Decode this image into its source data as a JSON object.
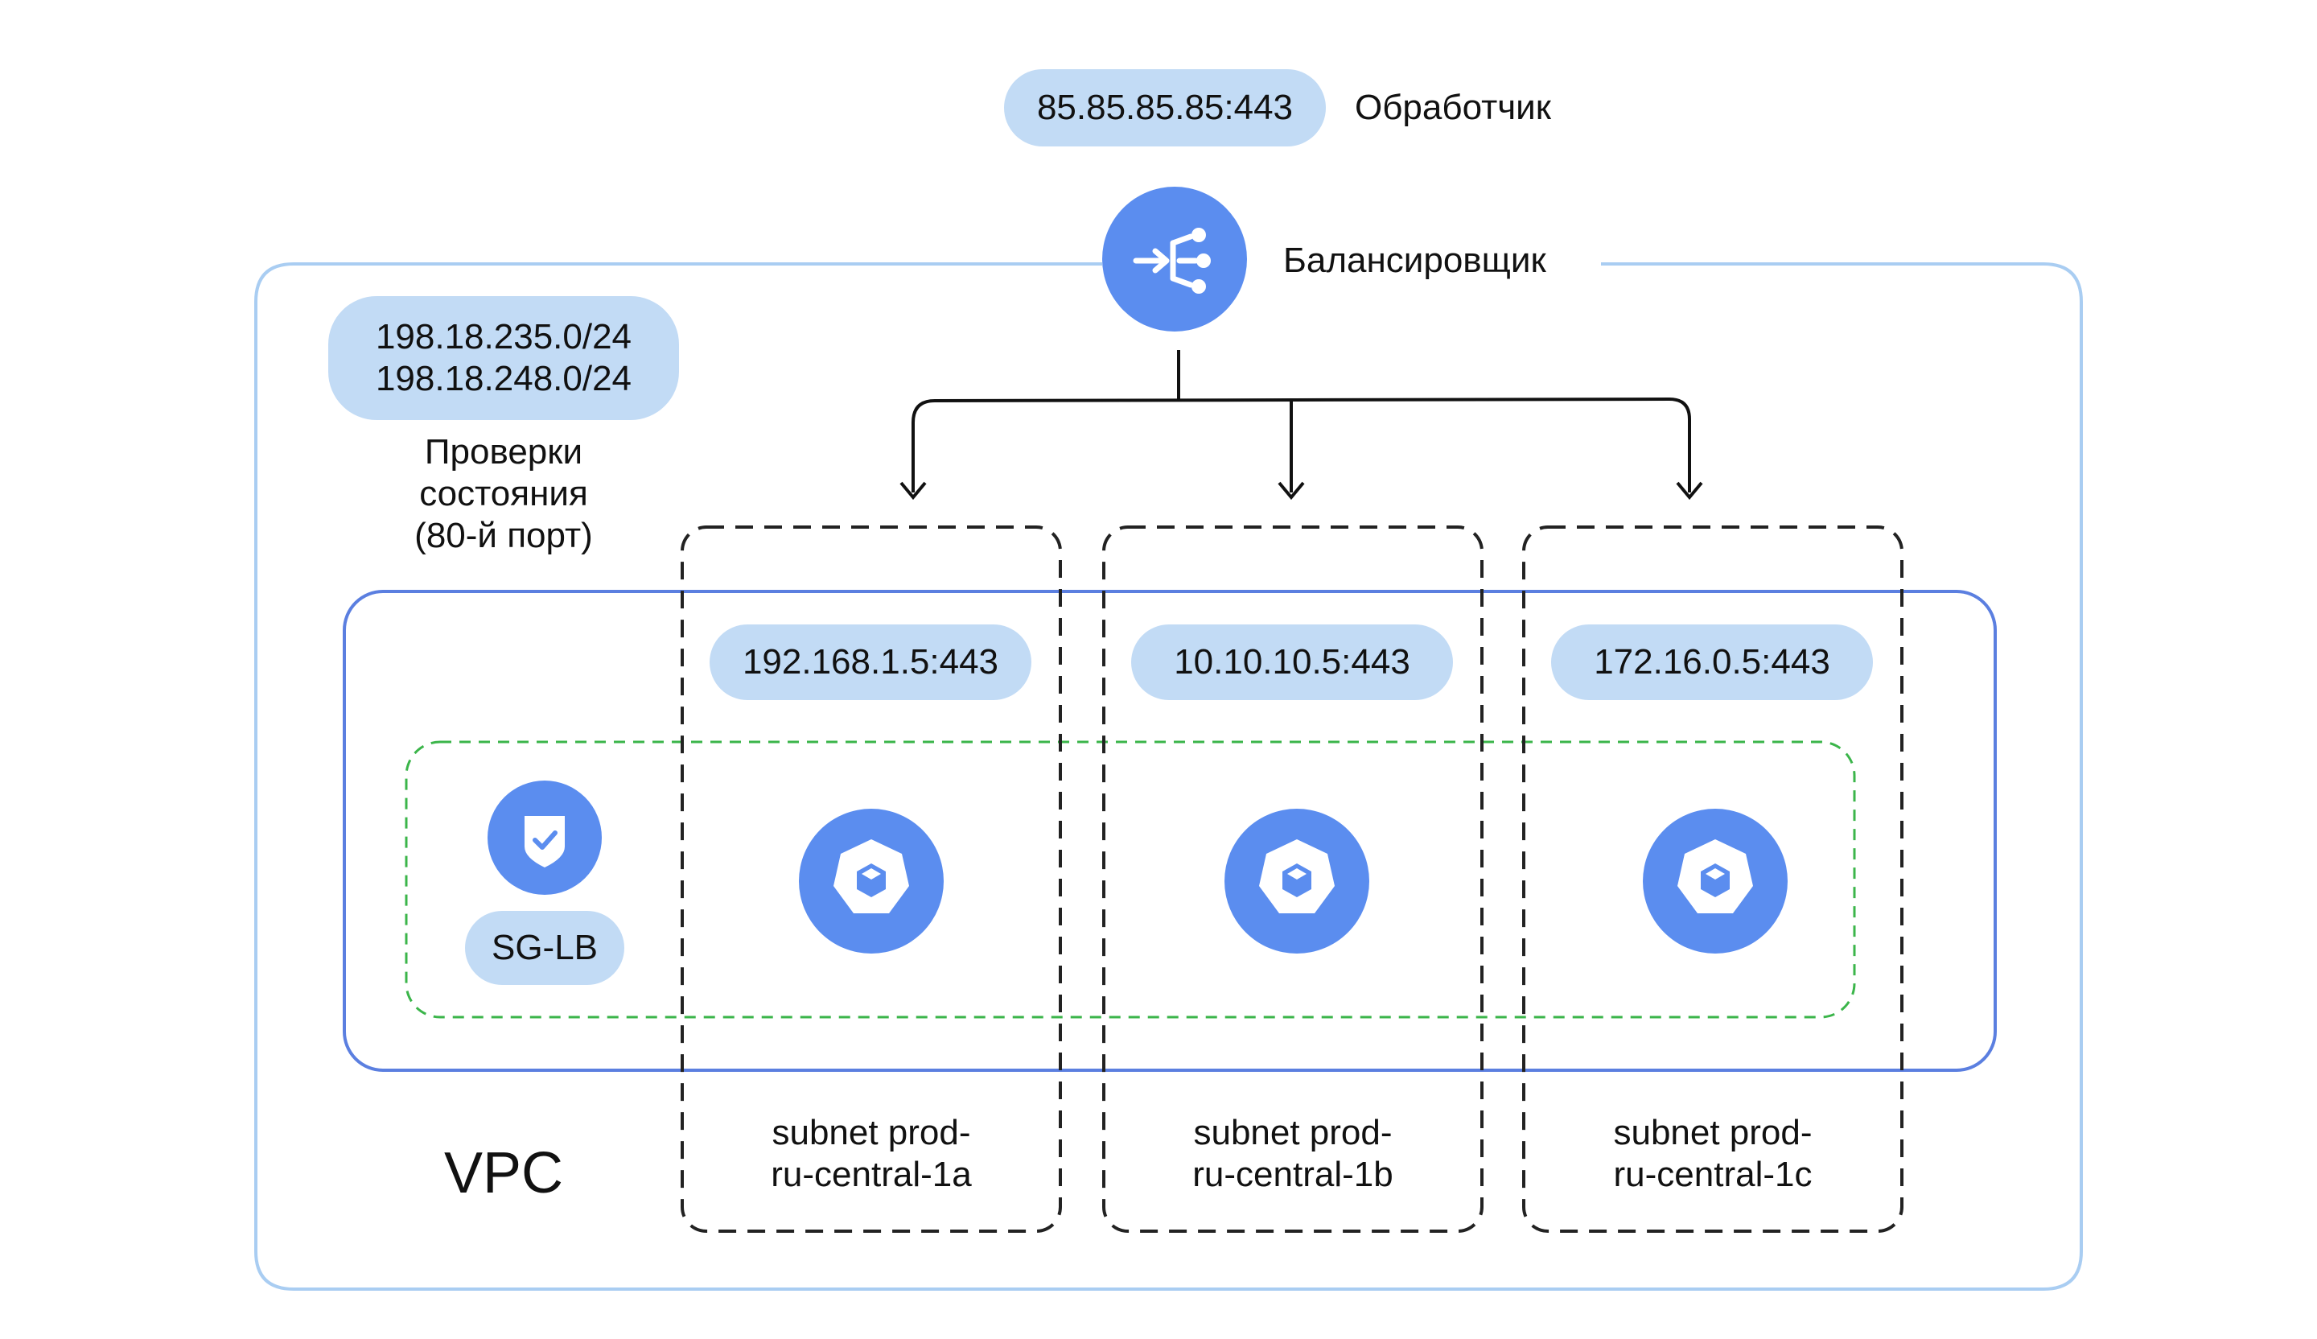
{
  "handler": {
    "address": "85.85.85.85:443",
    "label": "Обработчик"
  },
  "balancer": {
    "label": "Балансировщик",
    "icon": "load-balancer-icon"
  },
  "health_check": {
    "ranges": [
      "198.18.235.0/24",
      "198.18.248.0/24"
    ],
    "label_lines": [
      "Проверки",
      "состояния",
      "(80-й порт)"
    ]
  },
  "security_group": {
    "label": "SG-LB",
    "icon": "shield-check-icon"
  },
  "subnets": [
    {
      "endpoint": "192.168.1.5:443",
      "name_lines": [
        "subnet prod-",
        "ru-central-1a"
      ],
      "icon": "kubernetes-node-icon"
    },
    {
      "endpoint": "10.10.10.5:443",
      "name_lines": [
        "subnet prod-",
        "ru-central-1b"
      ],
      "icon": "kubernetes-node-icon"
    },
    {
      "endpoint": "172.16.0.5:443",
      "name_lines": [
        "subnet prod-",
        "ru-central-1c"
      ],
      "icon": "kubernetes-node-icon"
    }
  ],
  "vpc": {
    "label": "VPC"
  },
  "colors": {
    "accent_blue": "#5b8def",
    "pill_blue": "#c2dbf5",
    "vpc_border": "#a9cdf2",
    "cluster_border": "#5b7fe0",
    "sg_border": "#3bb54a",
    "subnet_border": "#222222"
  }
}
